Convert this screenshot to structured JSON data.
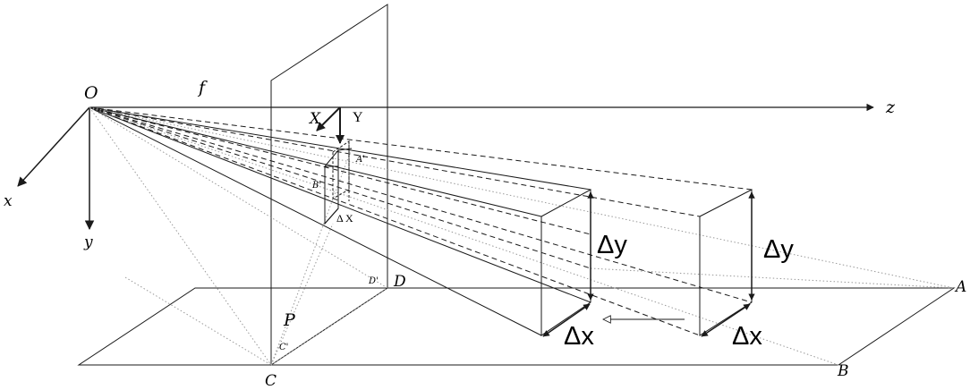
{
  "labels": {
    "origin": "O",
    "focal": "f",
    "axis_z": "z",
    "axis_x": "x",
    "axis_y": "y",
    "cam_X": "X",
    "cam_Y": "Y",
    "A_prime": "A'",
    "B_prime": "B'",
    "delta_X": "Δ X",
    "D_prime": "D'",
    "D": "D",
    "P": "P",
    "C_prime": "C'",
    "C": "C",
    "A": "A",
    "B": "B",
    "delta_y_near": "Δy",
    "delta_x_near": "Δx",
    "delta_y_far": "Δy",
    "delta_x_far": "Δx"
  },
  "colors": {
    "line": "#1a1a1a",
    "dotted": "#9a9a9a"
  }
}
